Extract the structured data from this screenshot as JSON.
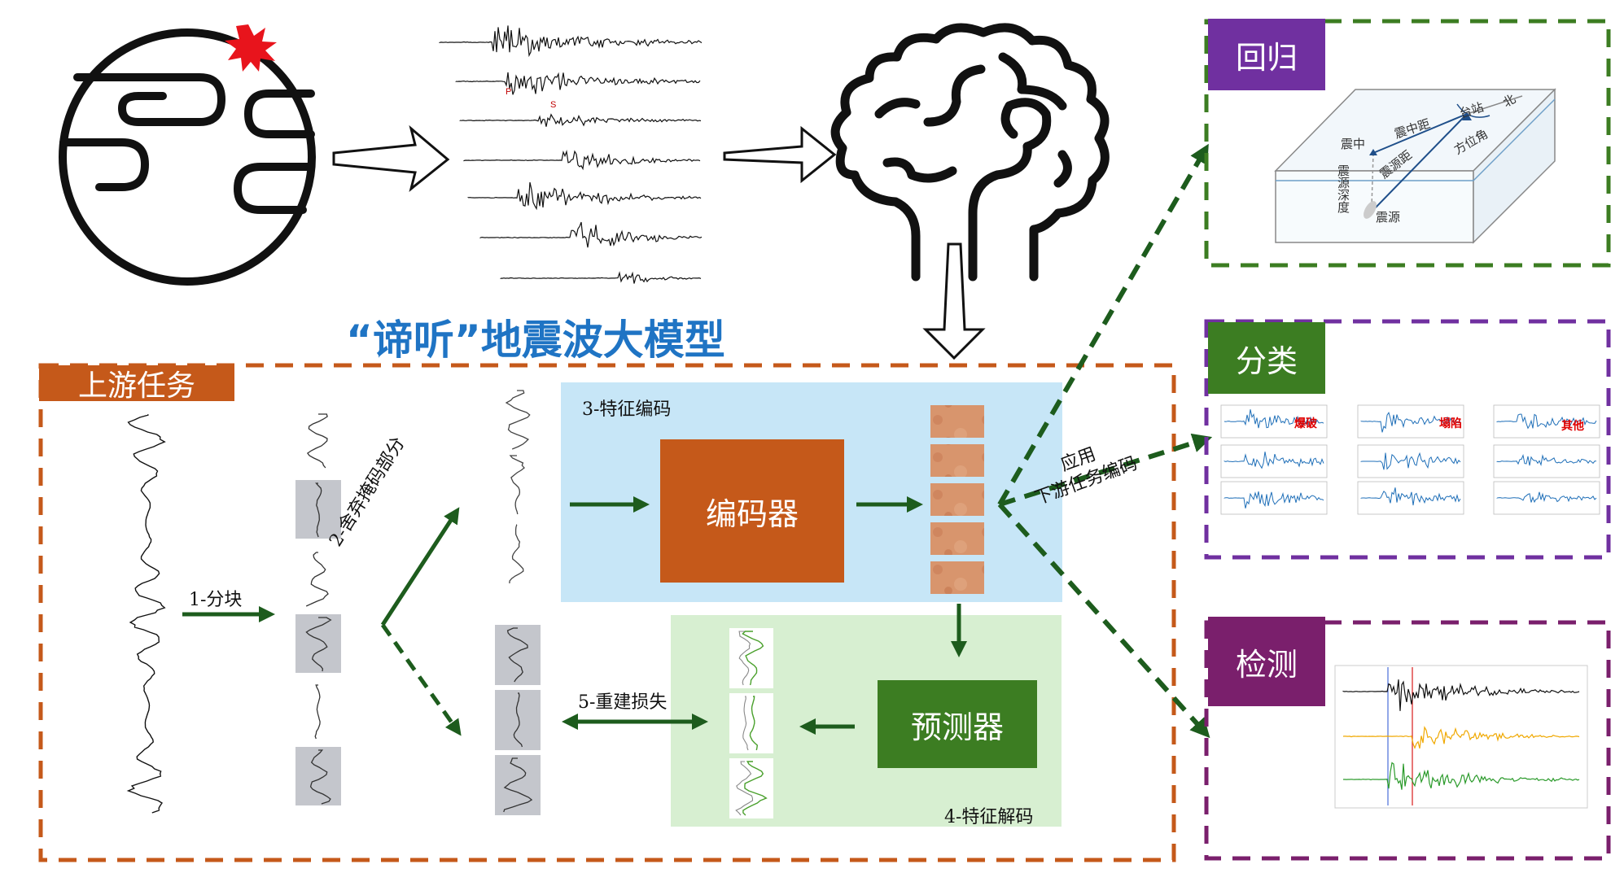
{
  "title": "“谛听”地震波大模型",
  "upstream": {
    "label": "上游任务",
    "steps": {
      "patch": "1-分块",
      "discard_mask": "2-舍弃掩码部分",
      "encode": "3-特征编码",
      "decode": "4-特征解码",
      "recon_loss": "5-重建损失"
    },
    "encoder_label": "编码器",
    "predictor_label": "预测器"
  },
  "application": {
    "line1": "应用",
    "line2": "下游任务编码"
  },
  "downstream": {
    "regression": {
      "label": "回归",
      "diagram_labels": {
        "epicenter": "震中",
        "epicentral_distance": "震中距",
        "station": "台站",
        "north": "北",
        "hypocentral_distance": "震源距",
        "azimuth": "方位角",
        "focal_depth": "震源深度",
        "hypocenter": "震源"
      }
    },
    "classification": {
      "label": "分类",
      "classes": [
        "爆破",
        "塌陷",
        "其他"
      ]
    },
    "detection": {
      "label": "检测"
    }
  },
  "seismogram_marks": {
    "p": "P",
    "s": "S"
  },
  "colors": {
    "title_blue": "#1f74c4",
    "orange": "#c5591a",
    "green_dark": "#3c7d22",
    "arrow_green": "#1d5c1d",
    "purple": "#7030a0",
    "light_blue": "#c7e6f7",
    "light_green": "#d7efd1"
  }
}
